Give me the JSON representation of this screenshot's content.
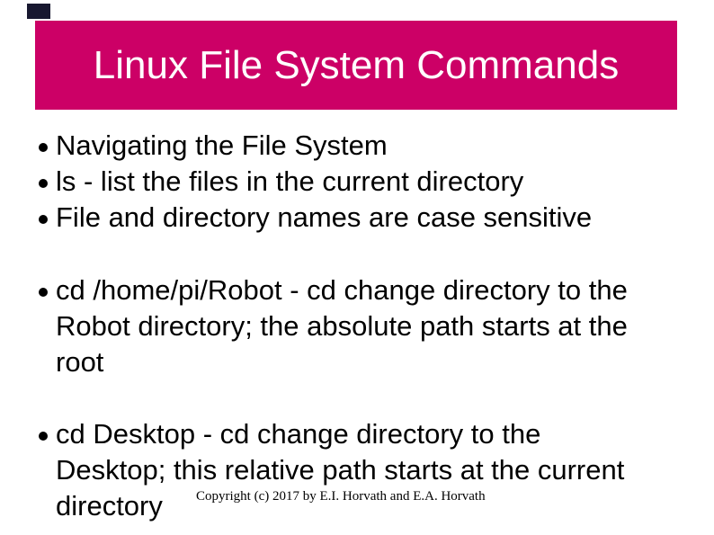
{
  "slide": {
    "title": "Linux File System Commands",
    "bullets": {
      "intro": [
        "Navigating the File System",
        "ls - list the files in the current directory",
        "File and directory names are case sensitive"
      ],
      "cd_absolute_lines": [
        "cd /home/pi/Robot - cd change directory to the",
        "Robot directory; the absolute path starts at the",
        "root"
      ],
      "cd_relative_lines": [
        "cd Desktop - cd change directory to the",
        "Desktop; this relative path starts at the current",
        "directory"
      ]
    },
    "footer": {
      "copyright": "Copyright (c) 2017 by E.I. Horvath and E.A. Horvath"
    },
    "colors": {
      "background": "#FFFFFF",
      "title_bar": "#CC0066",
      "title_text": "#FFFFFF",
      "body_text": "#000000",
      "corner_mark": "#181830"
    }
  }
}
